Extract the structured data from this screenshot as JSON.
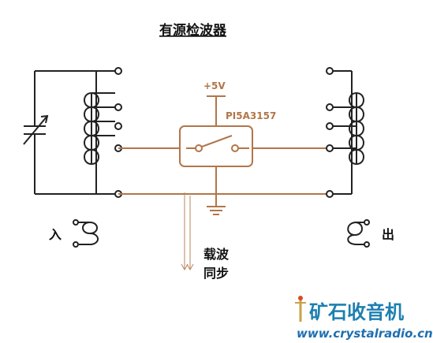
{
  "title": "有源检波器",
  "input_label": "入",
  "output_label": "出",
  "supply_label": "+5V",
  "chip_label": "PI5A3157",
  "sync_label_line1": "载波",
  "sync_label_line2": "同步",
  "watermark": {
    "site_name": "矿石收音机",
    "url": "www.crystalradio.cn"
  },
  "colors": {
    "wire": "#222222",
    "switch": "#b27649",
    "watermark": "#1c7fb0"
  }
}
